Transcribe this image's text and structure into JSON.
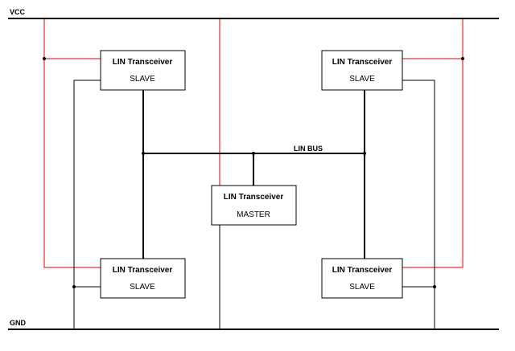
{
  "rails": {
    "vcc_label": "VCC",
    "gnd_label": "GND"
  },
  "bus": {
    "label": "LIN BUS"
  },
  "nodes": [
    {
      "id": "slave-top-left",
      "title": "LIN Transceiver",
      "role": "SLAVE"
    },
    {
      "id": "slave-top-right",
      "title": "LIN Transceiver",
      "role": "SLAVE"
    },
    {
      "id": "master",
      "title": "LIN Transceiver",
      "role": "MASTER"
    },
    {
      "id": "slave-bottom-left",
      "title": "LIN Transceiver",
      "role": "SLAVE"
    },
    {
      "id": "slave-bottom-right",
      "title": "LIN Transceiver",
      "role": "SLAVE"
    }
  ],
  "colors": {
    "power_wire": "#e00000",
    "signal_wire": "#000000"
  }
}
